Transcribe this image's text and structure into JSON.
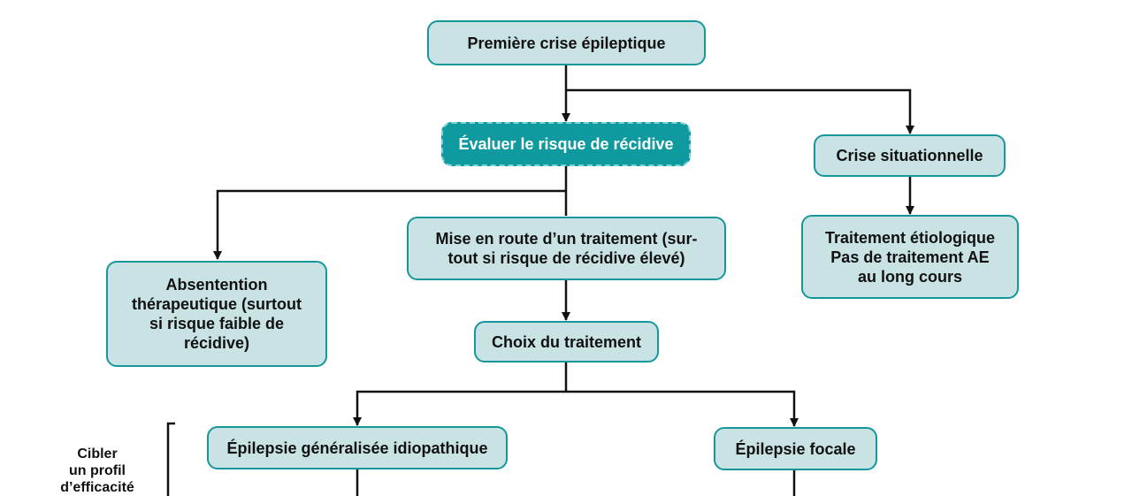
{
  "nodes": {
    "first_seizure": "Première crise épileptique",
    "evaluate_risk": "Évaluer le risque de récidive",
    "situational": "Crise situationnelle",
    "etiologic": [
      "Traitement étiologique",
      "Pas de traitement AE",
      "au long cours"
    ],
    "treatment_start": [
      "Mise en route d’un traitement (sur-",
      "tout si risque de récidive élevé)"
    ],
    "abstention": [
      "Absentention",
      "thérapeutique (surtout",
      "si risque faible de",
      "récidive)"
    ],
    "choice": "Choix du traitement",
    "idiopathic": "Épilepsie généralisée idiopathique",
    "focal": "Épilepsie focale"
  },
  "side_label": [
    "Cibler",
    "un profil",
    "d’efficacité"
  ],
  "colors": {
    "node_fill": "#c9e3e5",
    "node_border": "#16979b",
    "highlight_fill": "#0e9a9e",
    "highlight_border": "#7fd2d4",
    "connector": "#111111"
  }
}
